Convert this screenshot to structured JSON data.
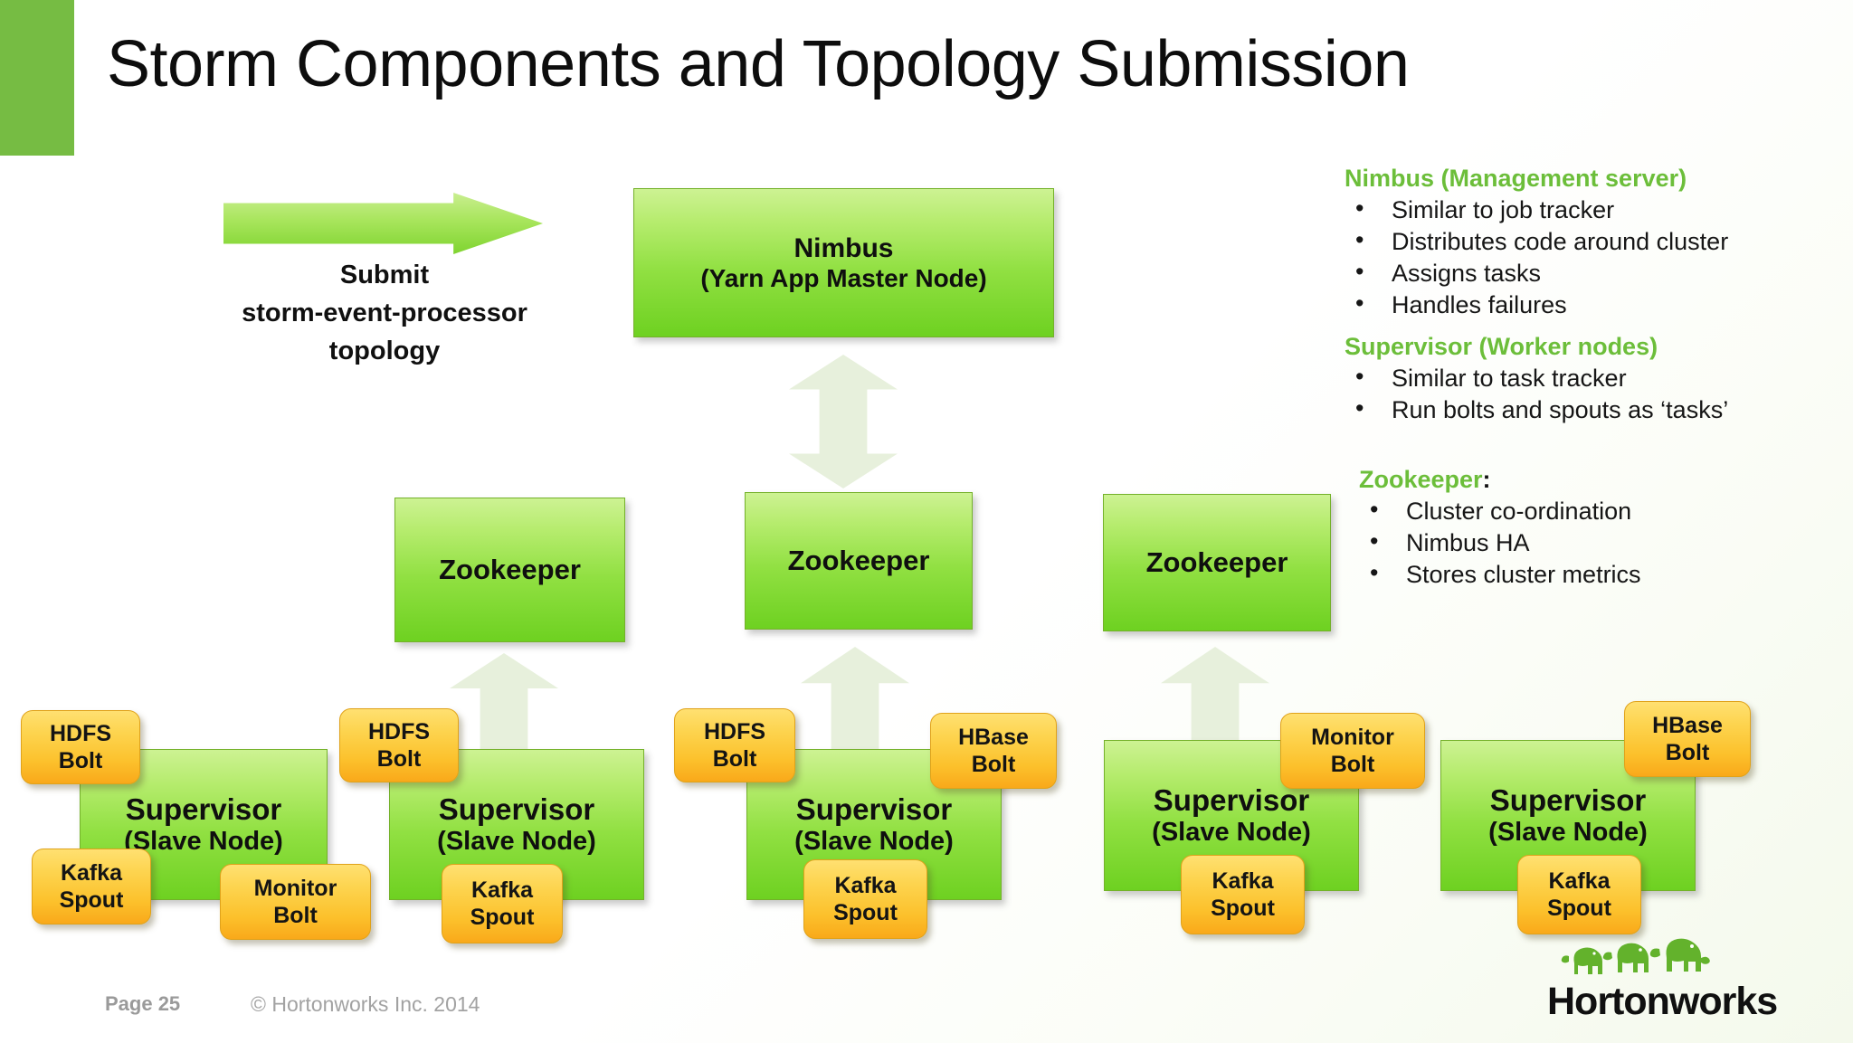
{
  "slide": {
    "title": "Storm Components and Topology Submission",
    "accent_color": "#76bc43",
    "heading_color": "#6cbe3a",
    "box_green": "#91e042",
    "box_orange": "#fcc12c"
  },
  "submit": {
    "line1": "Submit",
    "line2": "storm-event-processor",
    "line3": "topology"
  },
  "nimbus": {
    "line1": "Nimbus",
    "line2": "(Yarn App Master Node)"
  },
  "zookeepers": [
    {
      "label": "Zookeeper"
    },
    {
      "label": "Zookeeper"
    },
    {
      "label": "Zookeeper"
    }
  ],
  "supervisors": [
    {
      "line1": "Supervisor",
      "line2": "(Slave Node)",
      "components": [
        {
          "line1": "HDFS",
          "line2": "Bolt"
        },
        {
          "line1": "Kafka",
          "line2": "Spout"
        },
        {
          "line1": "Monitor",
          "line2": "Bolt"
        }
      ]
    },
    {
      "line1": "Supervisor",
      "line2": "(Slave Node)",
      "components": [
        {
          "line1": "HDFS",
          "line2": "Bolt"
        },
        {
          "line1": "Kafka",
          "line2": "Spout"
        }
      ]
    },
    {
      "line1": "Supervisor",
      "line2": "(Slave Node)",
      "components": [
        {
          "line1": "HDFS",
          "line2": "Bolt"
        },
        {
          "line1": "HBase",
          "line2": "Bolt"
        },
        {
          "line1": "Kafka",
          "line2": "Spout"
        }
      ]
    },
    {
      "line1": "Supervisor",
      "line2": "(Slave Node)",
      "components": [
        {
          "line1": "Monitor",
          "line2": "Bolt"
        },
        {
          "line1": "Kafka",
          "line2": "Spout"
        }
      ]
    },
    {
      "line1": "Supervisor",
      "line2": "(Slave Node)",
      "components": [
        {
          "line1": "HBase",
          "line2": "Bolt"
        },
        {
          "line1": "Kafka",
          "line2": "Spout"
        }
      ]
    }
  ],
  "notes": [
    {
      "heading": "Nimbus (Management server)",
      "items": [
        "Similar to job tracker",
        "Distributes code around cluster",
        "Assigns tasks",
        "Handles failures"
      ]
    },
    {
      "heading": "Supervisor (Worker nodes)",
      "items": [
        "Similar to task tracker",
        "Run bolts and spouts as ‘tasks’"
      ]
    },
    {
      "heading": "Zookeeper",
      "heading_suffix": ":",
      "items": [
        "Cluster co-ordination",
        "Nimbus HA",
        "Stores cluster metrics"
      ]
    }
  ],
  "footer": {
    "page": "Page 25",
    "copyright": "© Hortonworks Inc. 2014",
    "logo_text": "Hortonworks"
  }
}
